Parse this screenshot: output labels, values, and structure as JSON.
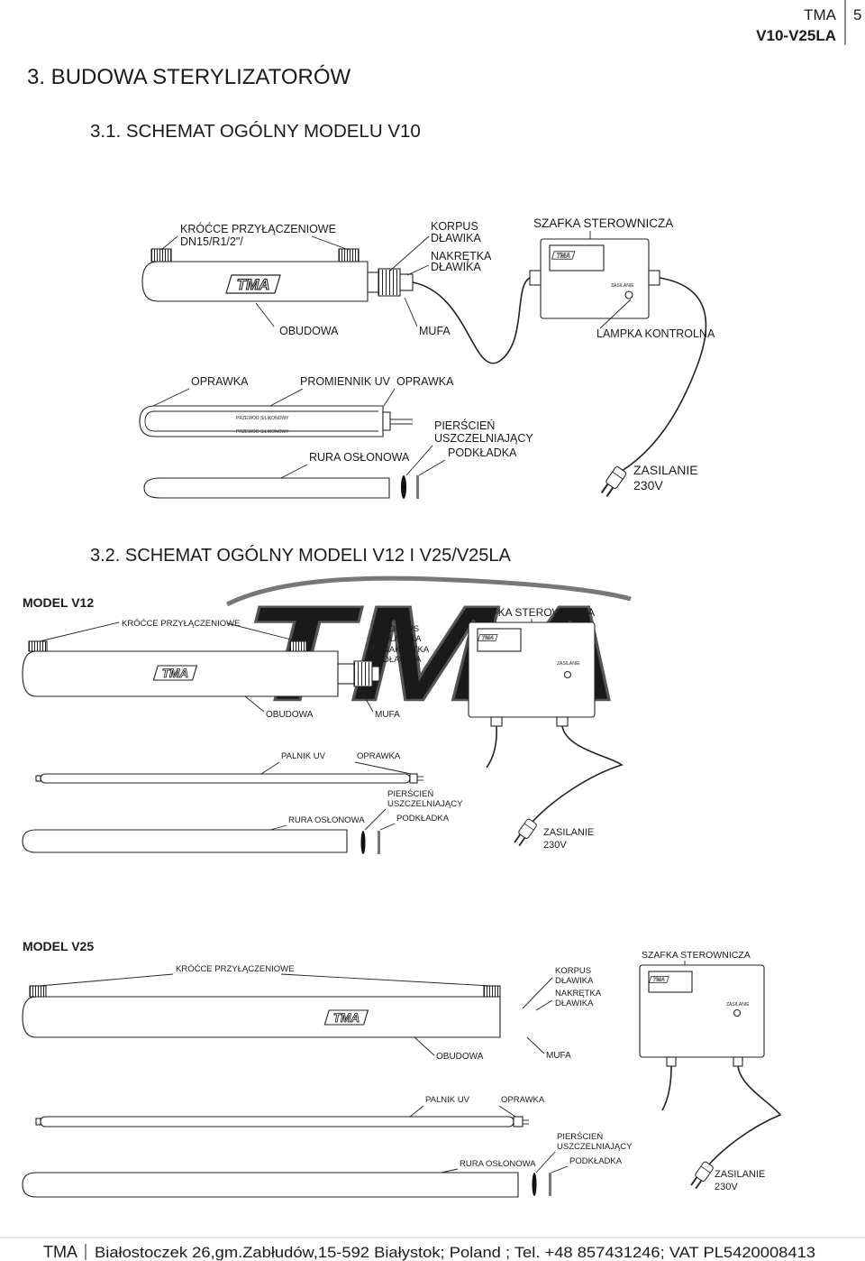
{
  "header": {
    "company": "TMA",
    "model_range": "V10-V25LA",
    "page_number": "5"
  },
  "chapter_title": "3. BUDOWA STERYLIZATORÓW",
  "logo_text": "TMA",
  "watermark_text": "TMA",
  "v10": {
    "title": "3.1. SCHEMAT OGÓLNY MODELU  V10",
    "inlet_ports": [
      "KRÓĆCE PRZYŁĄCZENIOWE",
      "DN15/R1/2\"/"
    ],
    "gland_body": [
      "KORPUS",
      "DŁAWIKA"
    ],
    "gland_nut": [
      "NAKRĘTKA",
      "DŁAWIKA"
    ],
    "control_box": "SZAFKA STEROWNICZA",
    "box_power_label": "ZASILANIE",
    "housing": "OBUDOWA",
    "sleeve_nut": "MUFA",
    "indicator_lamp": "LAMPKA KONTROLNA",
    "socket_left": "OPRAWKA",
    "uv_lamp": "PROMIENNIK UV",
    "socket_right": "OPRAWKA",
    "wires": [
      "PRZEWÓD SILIKONOWY",
      "PRZEWÓD SILIKONOWY"
    ],
    "quartz_sleeve": "RURA OSŁONOWA",
    "o_ring": [
      "PIERŚCIEŃ",
      "USZCZELNIAJĄCY"
    ],
    "washer": "PODKŁADKA",
    "power_supply": [
      "ZASILANIE",
      "230V"
    ]
  },
  "section_3_2_title": "3.2. SCHEMAT OGÓLNY MODELI V12 I V25/V25LA",
  "v12": {
    "model_label": "MODEL V12",
    "inlet_ports": "KRÓĆCE PRZYŁĄCZENIOWE",
    "gland_body": [
      "KORPUS",
      "DŁAWIKA"
    ],
    "gland_nut": [
      "NAKRĘTKA",
      "DŁAWIKA"
    ],
    "control_box": "SZAFKA STEROWNICZA",
    "box_power_label": "ZASILANIE",
    "housing": "OBUDOWA",
    "sleeve_nut": "MUFA",
    "uv_lamp": "PALNIK UV",
    "socket": "OPRAWKA",
    "o_ring": [
      "PIERŚCIEŃ",
      "USZCZELNIAJĄCY"
    ],
    "quartz_sleeve": "RURA OSŁONOWA",
    "washer": "PODKŁADKA",
    "power_supply": [
      "ZASILANIE",
      "230V"
    ]
  },
  "v25": {
    "model_label": "MODEL V25",
    "inlet_ports": "KRÓĆCE PRZYŁĄCZENIOWE",
    "gland_body": [
      "KORPUS",
      "DŁAWIKA"
    ],
    "gland_nut": [
      "NAKRĘTKA",
      "DŁAWIKA"
    ],
    "control_box": "SZAFKA STEROWNICZA",
    "box_power_label": "ZASILANIE",
    "housing": "OBUDOWA",
    "sleeve_nut": "MUFA",
    "uv_lamp": "PALNIK UV",
    "socket": "OPRAWKA",
    "o_ring": [
      "PIERŚCIEŃ",
      "USZCZELNIAJĄCY"
    ],
    "quartz_sleeve": "RURA OSŁONOWA",
    "washer": "PODKŁADKA",
    "power_supply": [
      "ZASILANIE",
      "230V"
    ]
  },
  "footer": {
    "company": "TMA",
    "address": "Białostoczek 26,gm.Zabłudów,15-592 Białystok; Poland ; Tel. +48 857431246; VAT  PL5420008413"
  }
}
